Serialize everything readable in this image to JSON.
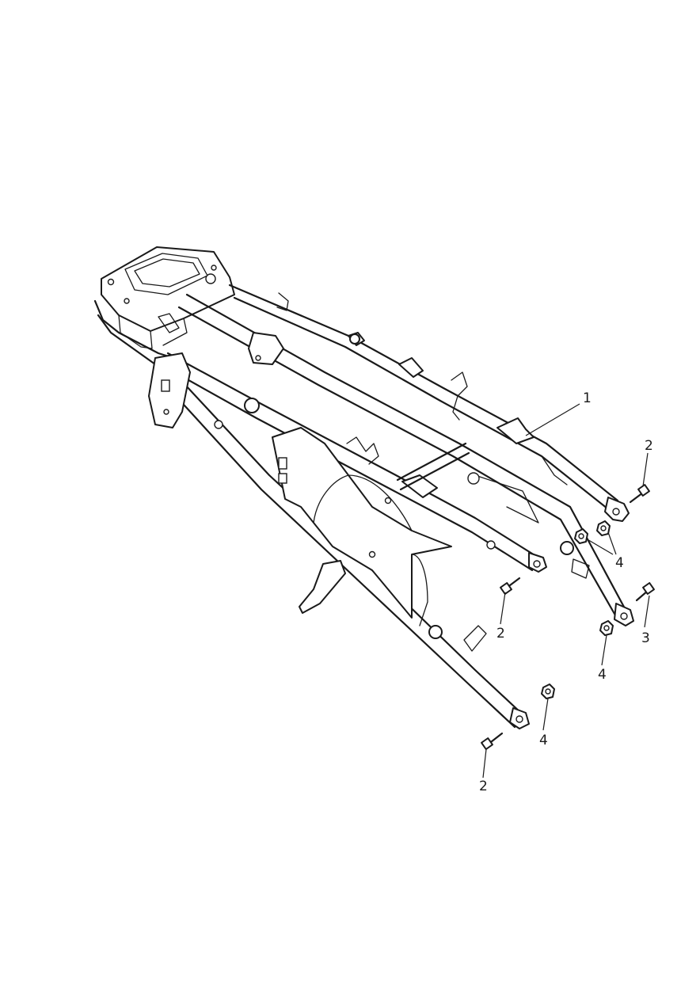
{
  "diagram": {
    "callouts": [
      {
        "id": "c1",
        "label": "1"
      },
      {
        "id": "c2a",
        "label": "2"
      },
      {
        "id": "c2b",
        "label": "2"
      },
      {
        "id": "c2c",
        "label": "2"
      },
      {
        "id": "c3",
        "label": "3"
      },
      {
        "id": "c4a",
        "label": "4"
      },
      {
        "id": "c4b",
        "label": "4"
      },
      {
        "id": "c4c",
        "label": "4"
      }
    ]
  }
}
